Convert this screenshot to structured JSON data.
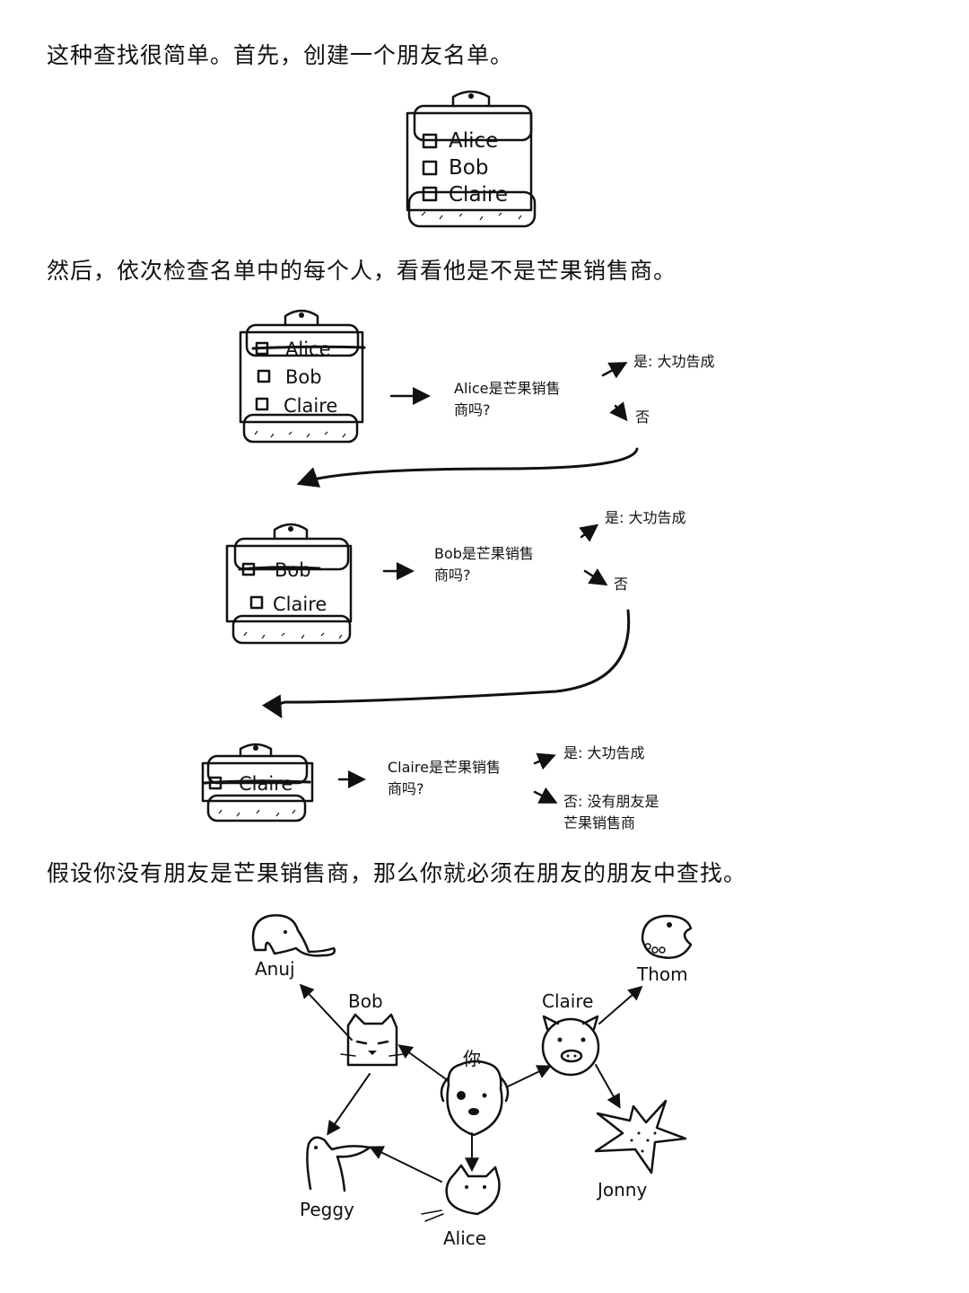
{
  "paragraphs": {
    "p1": "这种查找很简单。首先，创建一个朋友名单。",
    "p2": "然后，依次检查名单中的每个人，看看他是不是芒果销售商。",
    "p3": "假设你没有朋友是芒果销售商，那么你就必须在朋友的朋友中查找。"
  },
  "list1": {
    "items": [
      "Alice",
      "Bob",
      "Claire"
    ]
  },
  "step1": {
    "list": [
      "Alice",
      "Bob",
      "Claire"
    ],
    "q1": "Alice是芒果销售",
    "q2": "商吗?",
    "yes": "是: 大功告成",
    "no": "否"
  },
  "step2": {
    "list": [
      "Bob",
      "Claire"
    ],
    "q1": "Bob是芒果销售",
    "q2": "商吗?",
    "yes": "是: 大功告成",
    "no": "否"
  },
  "step3": {
    "list": [
      "Claire"
    ],
    "q1": "Claire是芒果销售",
    "q2": "商吗?",
    "yes": "是: 大功告成",
    "no1": "否: 没有朋友是",
    "no2": "芒果销售商"
  },
  "graph": {
    "you": "你",
    "anuj": "Anuj",
    "bob": "Bob",
    "claire": "Claire",
    "thom": "Thom",
    "peggy": "Peggy",
    "alice": "Alice",
    "jonny": "Jonny"
  }
}
